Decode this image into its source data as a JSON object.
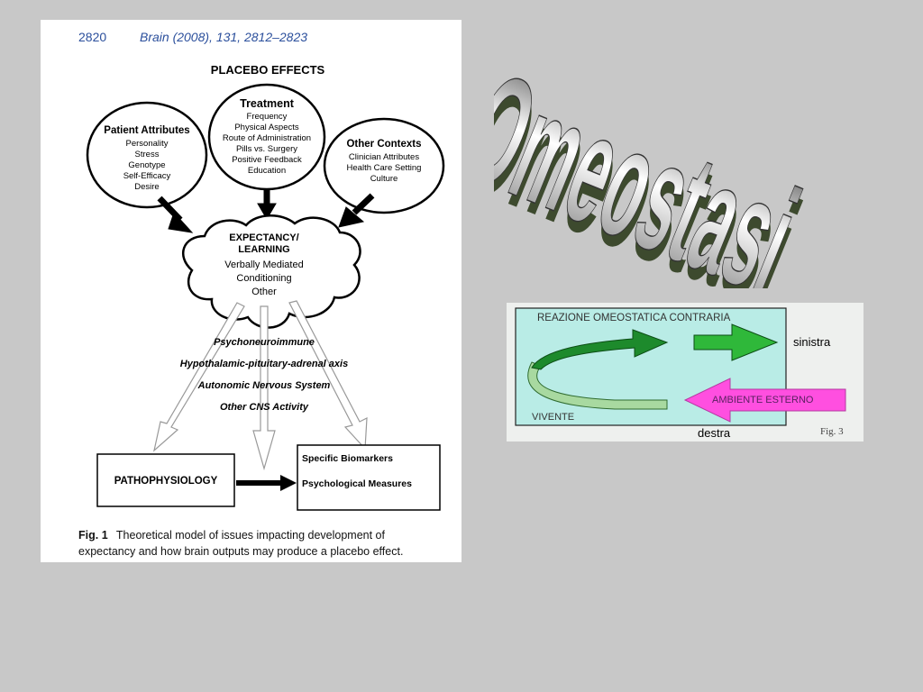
{
  "title_art": {
    "text": "Omeostasi"
  },
  "paper_figure": {
    "header": {
      "page": "2820",
      "citation": "Brain (2008), 131, 2812–2823"
    },
    "diagram_title": "PLACEBO EFFECTS",
    "patient_attributes": {
      "title": "Patient Attributes",
      "items": [
        "Personality",
        "Stress",
        "Genotype",
        "Self-Efficacy",
        "Desire"
      ]
    },
    "treatment": {
      "title": "Treatment",
      "items": [
        "Frequency",
        "Physical Aspects",
        "Route of Administration",
        "Pills vs. Surgery",
        "Positive Feedback",
        "Education"
      ]
    },
    "other_contexts": {
      "title": "Other Contexts",
      "items": [
        "Clinician Attributes",
        "Health Care Setting",
        "Culture"
      ]
    },
    "brain": {
      "title_line1": "EXPECTANCY/",
      "title_line2": "LEARNING",
      "items": [
        "Verbally Mediated",
        "Conditioning",
        "Other"
      ]
    },
    "pathways": [
      "Psychoneuroimmune",
      "Hypothalamic-pituitary-adrenal axis",
      "Autonomic Nervous System",
      "Other CNS Activity"
    ],
    "pathophysiology": "PATHOPHYSIOLOGY",
    "outcomes": [
      "Specific Biomarkers",
      "Psychological Measures"
    ],
    "caption": {
      "label": "Fig. 1",
      "line1": "Theoretical model of issues impacting development of",
      "line2": "expectancy and how brain outputs may produce a placebo effect."
    }
  },
  "fig3": {
    "box_label": "REAZIONE OMEOSTATICA CONTRARIA",
    "organism": "VIVENTE",
    "right_label": "sinistra",
    "environment": "AMBIENTE ESTERNO",
    "bottom_label": "destra",
    "fig_label": "Fig. 3",
    "colors": {
      "box_fill": "#b9ece6",
      "arrow_dark": "#1d8a2c",
      "arrow_light": "#a8d9a0",
      "env_arrow": "#ff4fe0"
    }
  }
}
